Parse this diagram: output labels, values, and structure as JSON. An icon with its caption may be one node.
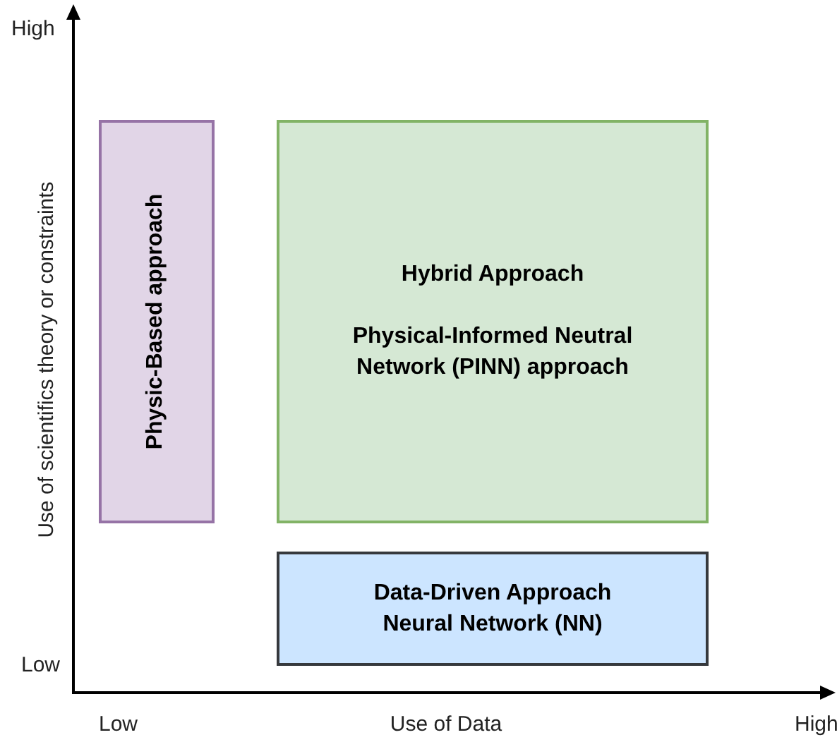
{
  "diagram": {
    "nodes": [
      {
        "text": [
          "Physic-Based approach"
        ]
      },
      {
        "text": [
          "Hybrid Approach",
          "Physical-Informed Neutral Network (PINN) approach"
        ]
      },
      {
        "text": [
          "Data-Driven Approach",
          "Neural Network (NN)"
        ]
      }
    ],
    "labels": [
      "High",
      "Use of scientifics theory or constraints",
      "Low",
      "Low",
      "Use of Data",
      "High"
    ]
  }
}
